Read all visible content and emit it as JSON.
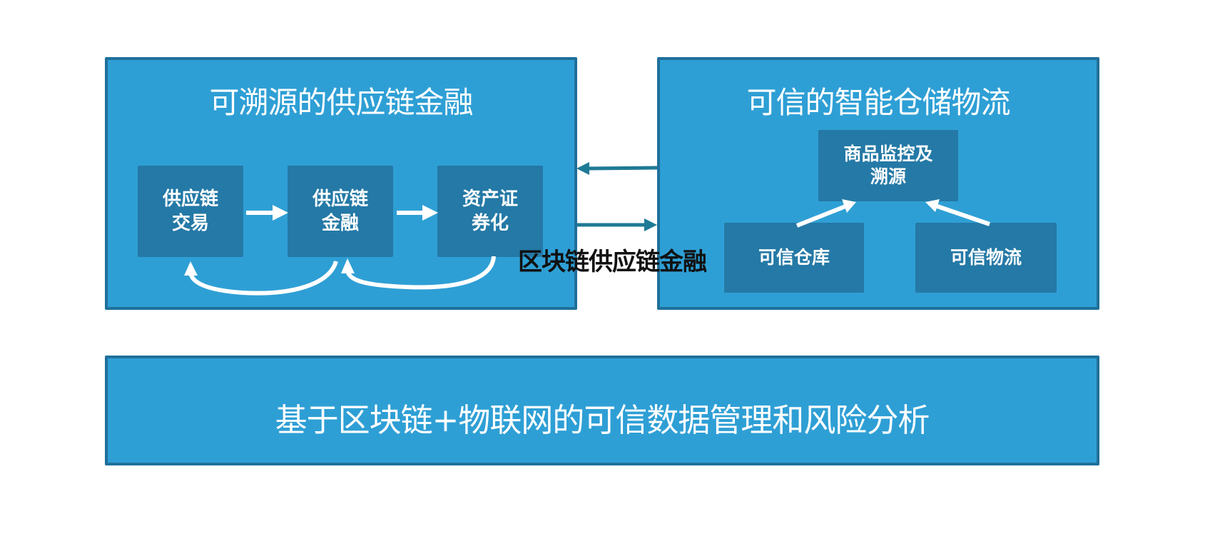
{
  "diagram": {
    "overlay_title": "区块链供应链金融",
    "colors": {
      "panel_fill": "#2e9fd5",
      "panel_border": "#1f709a",
      "node_fill": "#2479a6",
      "connector_between_panels": "#1f7a96",
      "arrow_inside": "#ffffff",
      "overlay_text": "#111111"
    },
    "left_panel": {
      "title": "可溯源的供应链金融",
      "nodes": [
        {
          "line1": "供应链",
          "line2": "交易"
        },
        {
          "line1": "供应链",
          "line2": "金融"
        },
        {
          "line1": "资产证",
          "line2": "券化"
        }
      ],
      "flows": [
        "供应链交易 → 供应链金融",
        "供应链金融 → 资产证券化",
        "供应链金融 ↺ 供应链交易",
        "资产证券化 ↺ 供应链金融"
      ]
    },
    "right_panel": {
      "title": "可信的智能仓储物流",
      "top_node": {
        "line1": "商品监控及",
        "line2": "溯源"
      },
      "bottom_nodes": [
        {
          "label": "可信仓库"
        },
        {
          "label": "可信物流"
        }
      ]
    },
    "inter_panel_arrows": [
      {
        "direction": "right-to-left"
      },
      {
        "direction": "left-to-right"
      }
    ],
    "bottom_panel": {
      "text": "基于区块链+物联网的可信数据管理和风险分析"
    }
  }
}
